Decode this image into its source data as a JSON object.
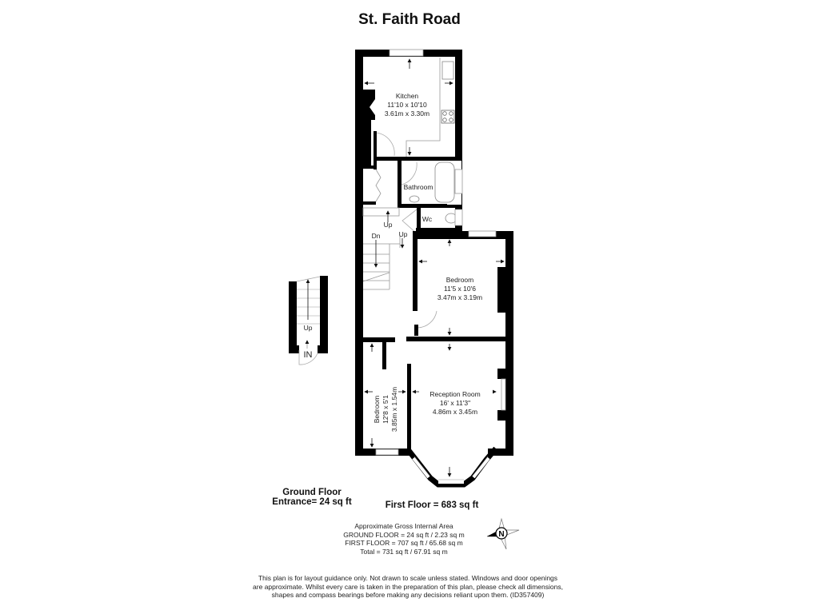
{
  "title": "St. Faith Road",
  "rooms": {
    "kitchen": {
      "name": "Kitchen",
      "imperial": "11'10 x 10'10",
      "metric": "3.61m x 3.30m"
    },
    "bathroom": {
      "name": "Bathroom"
    },
    "wc": {
      "name": "Wc"
    },
    "bedroom1": {
      "name": "Bedroom",
      "imperial": "11'5 x 10'6",
      "metric": "3.47m x 3.19m"
    },
    "reception": {
      "name": "Reception Room",
      "imperial": "16' x 11'3\"",
      "metric": "4.86m x 3.45m"
    },
    "bedroom2": {
      "name": "Bedroom",
      "imperial": "12'8 x 5'1",
      "metric": "3.85m x 1.54m"
    }
  },
  "stairs": {
    "up_landing": "Up",
    "dn": "Dn",
    "up_right": "Up",
    "entrance_up": "Up",
    "entrance_in": "IN"
  },
  "floors": {
    "ground_title": "Ground Floor",
    "ground_entrance": "Entrance= 24 sq ft",
    "first": "First Floor = 683 sq ft"
  },
  "area": {
    "heading": "Approximate Gross Internal Area",
    "ground": "GROUND FLOOR = 24 sq ft / 2.23 sq m",
    "first": "FIRST FLOOR = 707 sq ft / 65.68 sq m",
    "total": "Total = 731 sq ft / 67.91 sq m"
  },
  "compass": {
    "label": "N"
  },
  "disclaimer": {
    "line1": "This plan is for layout guidance only. Not drawn to scale unless stated. Windows and door openings",
    "line2": "are approximate. Whilst every care is taken in the preparation of this plan, please check all dimensions,",
    "line3": "shapes and compass bearings before making any decisions reliant upon them. (ID357409)"
  }
}
